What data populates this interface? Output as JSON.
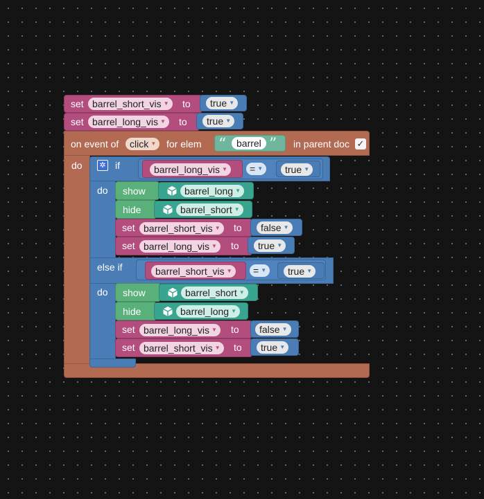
{
  "blocks": {
    "set1": {
      "label": "set",
      "var": "barrel_short_vis",
      "to": "to",
      "value": "true"
    },
    "set2": {
      "label": "set",
      "var": "barrel_long_vis",
      "to": "to",
      "value": "true"
    },
    "event": {
      "prefix": "on event of",
      "event_type": "click",
      "for_elem": "for elem",
      "elem_name": "barrel",
      "suffix": "in parent doc",
      "checkbox": "✓",
      "do_label": "do"
    },
    "if_block": {
      "if_label": "if",
      "cond_var": "barrel_long_vis",
      "op": "=",
      "cond_value": "true",
      "do_label": "do",
      "else_if_label": "else if",
      "cond2_var": "barrel_short_vis",
      "op2": "=",
      "cond2_value": "true",
      "do2_label": "do"
    },
    "branch1": {
      "show_label": "show",
      "show_obj": "barrel_long",
      "hide_label": "hide",
      "hide_obj": "barrel_short",
      "set_a_label": "set",
      "set_a_var": "barrel_short_vis",
      "set_a_to": "to",
      "set_a_value": "false",
      "set_b_label": "set",
      "set_b_var": "barrel_long_vis",
      "set_b_to": "to",
      "set_b_value": "true"
    },
    "branch2": {
      "show_label": "show",
      "show_obj": "barrel_short",
      "hide_label": "hide",
      "hide_obj": "barrel_long",
      "set_a_label": "set",
      "set_a_var": "barrel_long_vis",
      "set_a_to": "to",
      "set_a_value": "false",
      "set_b_label": "set",
      "set_b_var": "barrel_short_vis",
      "set_b_to": "to",
      "set_b_value": "true"
    }
  },
  "icons": {
    "dropdown": "▼",
    "open_quote": "“",
    "close_quote": "”",
    "gear": "✲",
    "object": "cube-icon"
  },
  "colors": {
    "variables": "#b24d7e",
    "logic": "#4a7cb5",
    "events": "#b36a52",
    "show_hide": "#5ab07a",
    "objects": "#39a48f",
    "background": "#141414"
  }
}
